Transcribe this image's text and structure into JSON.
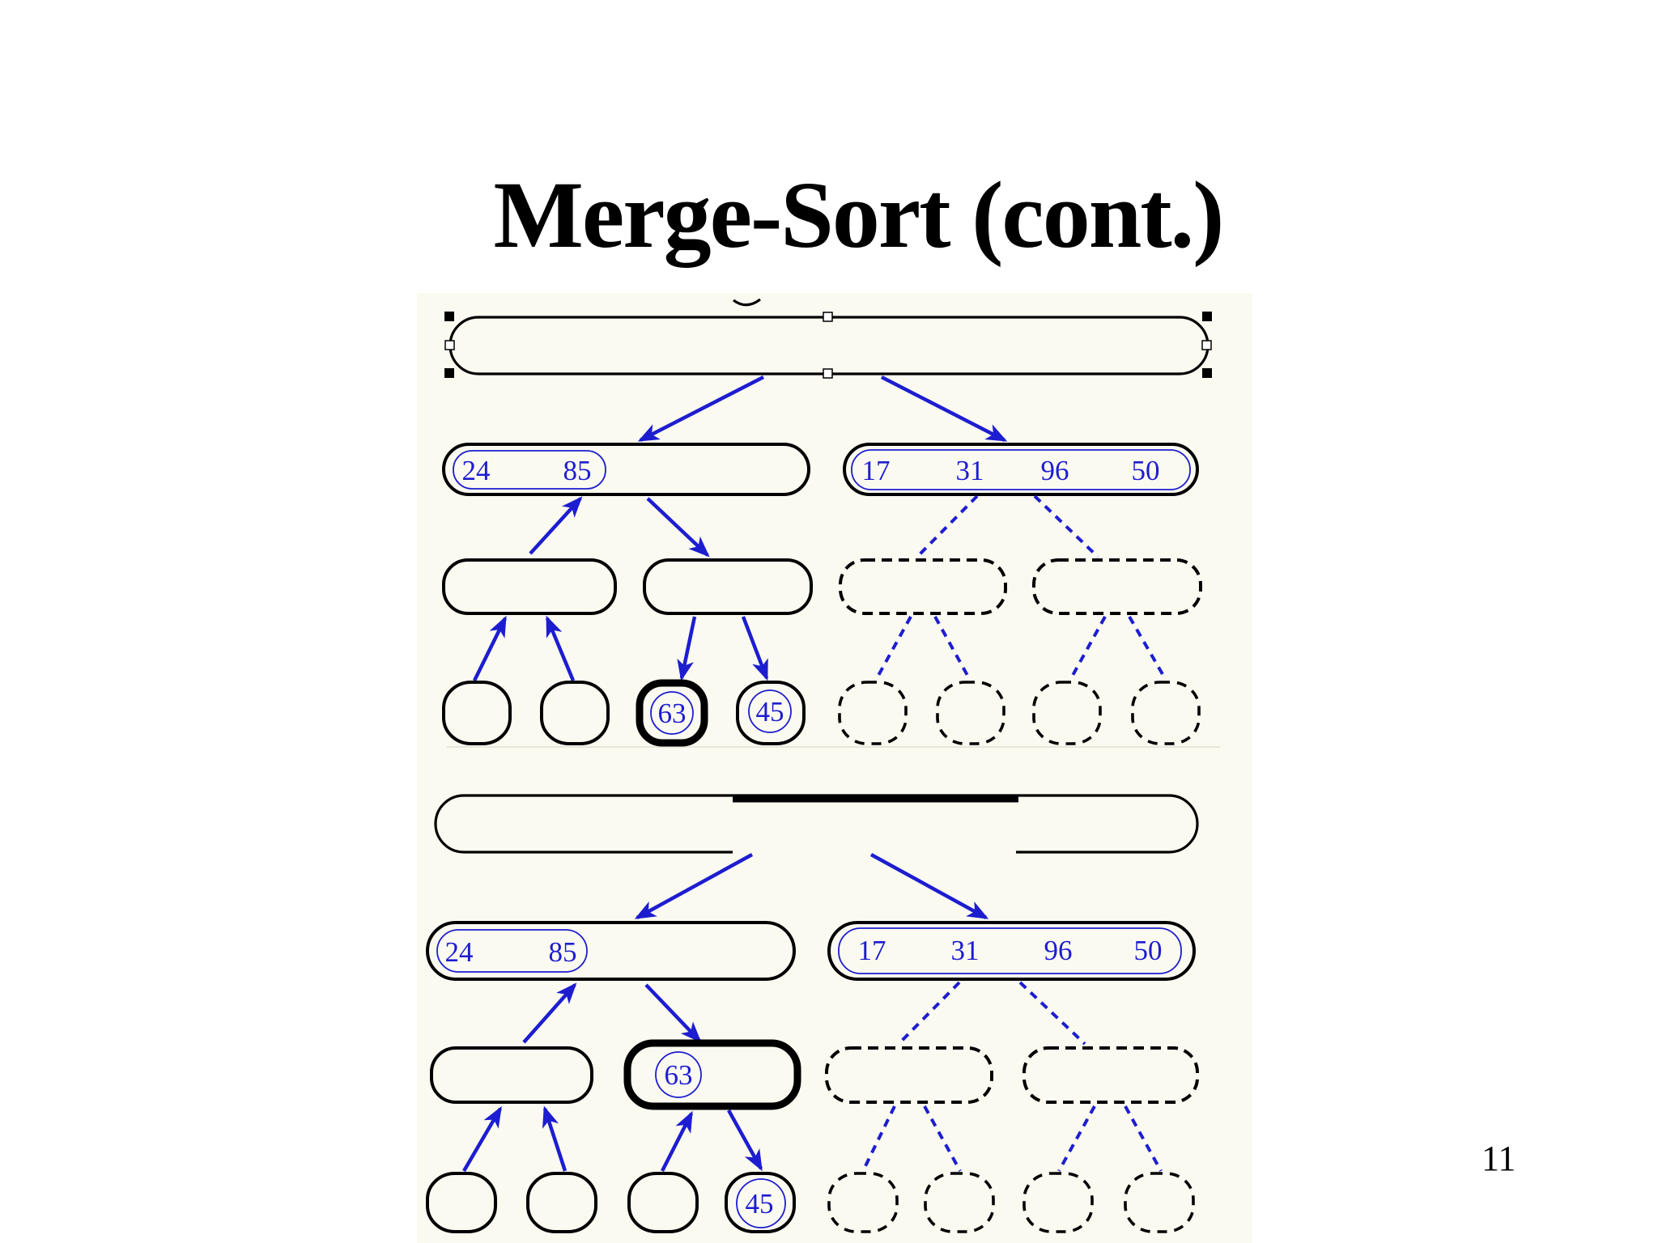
{
  "page": {
    "title": "Merge-Sort (cont.)",
    "page_number": "11"
  },
  "colors": {
    "accent_blue": "#1d1dd0",
    "outline_black": "#000000",
    "canvas_cream": "#fbfaf1"
  },
  "tree_top": {
    "left_values": [
      "24",
      "85"
    ],
    "right_values": [
      "17",
      "31",
      "96",
      "50"
    ],
    "current_leaf": "63",
    "pending_leaf": "45"
  },
  "tree_bottom": {
    "left_values": [
      "24",
      "85"
    ],
    "right_values": [
      "17",
      "31",
      "96",
      "50"
    ],
    "current_box": "63",
    "pending_leaf": "45"
  }
}
